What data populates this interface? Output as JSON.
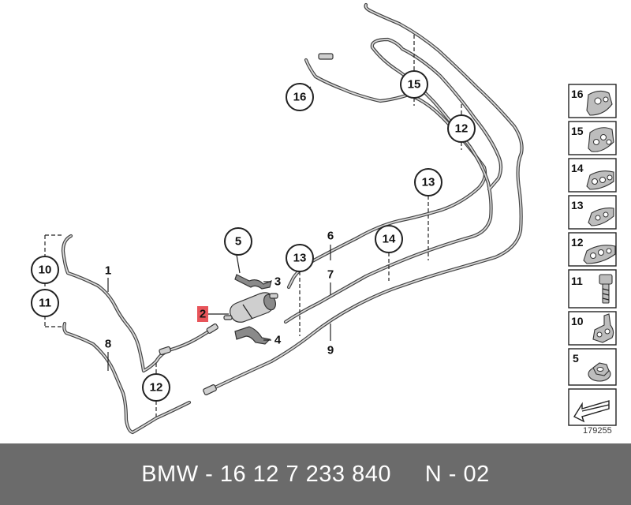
{
  "callouts": {
    "c16": "16",
    "c15": "15",
    "c12a": "12",
    "c13a": "13",
    "c14": "14",
    "c13b": "13",
    "c5": "5",
    "c10": "10",
    "c11": "11",
    "c12b": "12"
  },
  "labels": {
    "l1": "1",
    "l2": "2",
    "l3": "3",
    "l4": "4",
    "l6": "6",
    "l7": "7",
    "l8": "8",
    "l9": "9"
  },
  "legend": {
    "items": [
      "16",
      "15",
      "14",
      "13",
      "12",
      "11",
      "10",
      "5"
    ]
  },
  "reference_number": "179255",
  "footer": {
    "part_number": "BMW - 16 12 7 233 840     N - 02"
  },
  "colors": {
    "highlight": "#e8545a",
    "footer_bg": "#6b6b6b"
  }
}
